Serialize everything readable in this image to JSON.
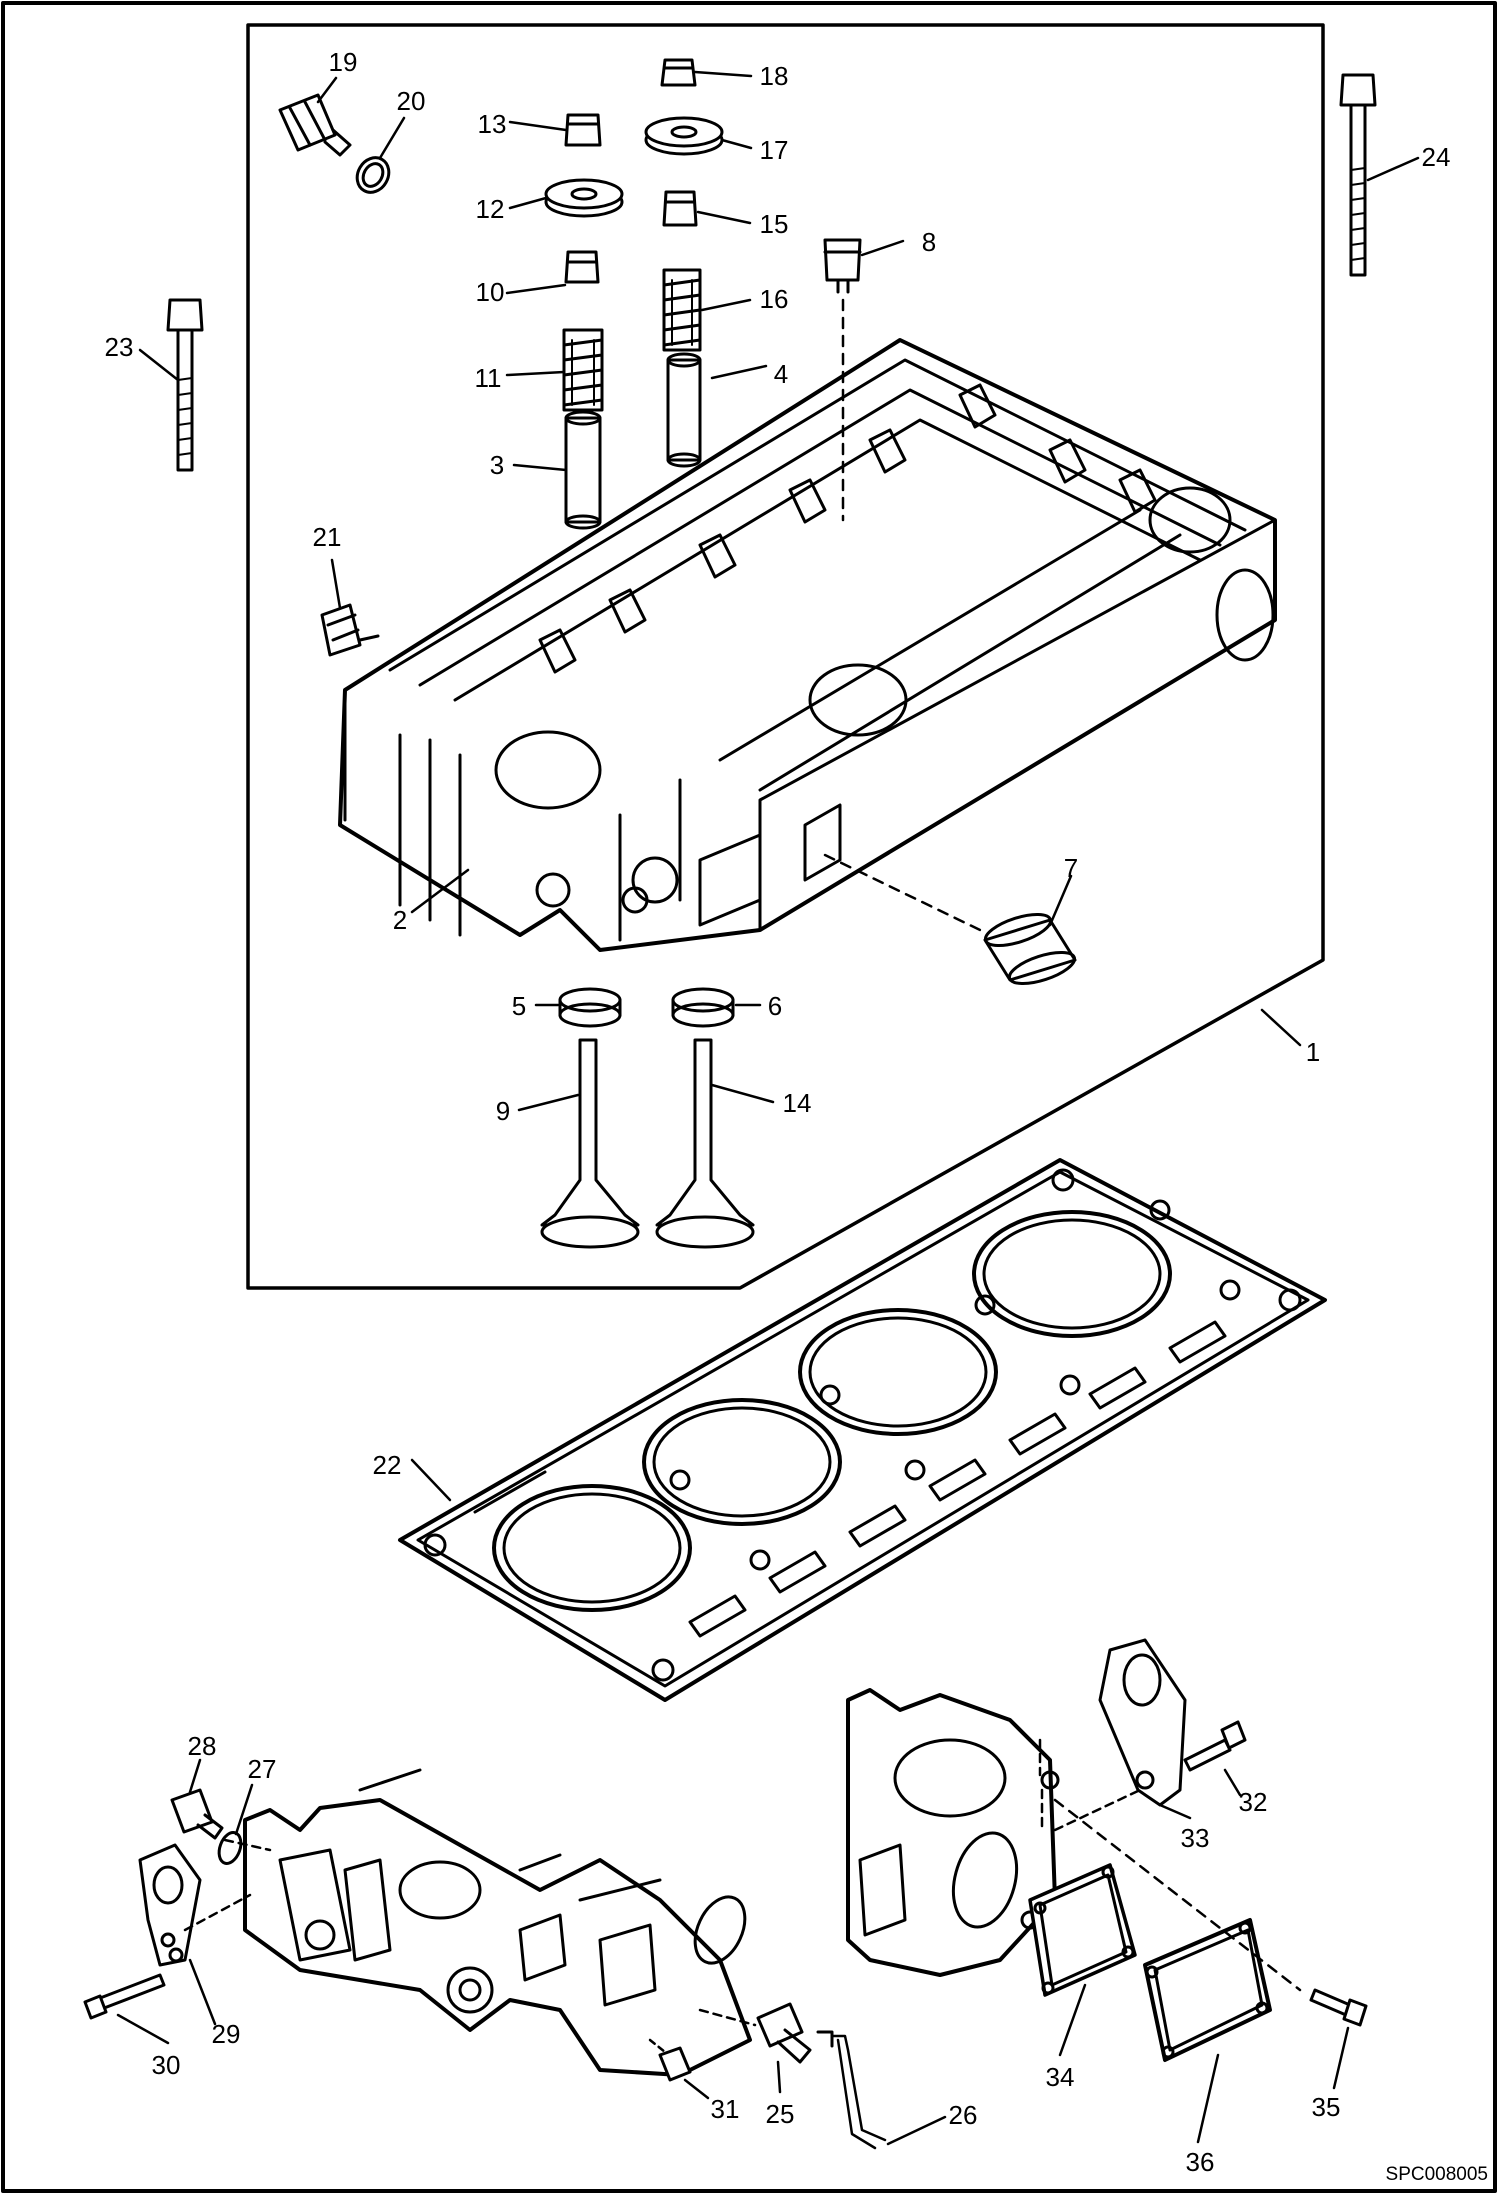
{
  "figure": {
    "doc_id": "SPC008005",
    "callouts": {
      "c1": "1",
      "c2": "2",
      "c3": "3",
      "c4": "4",
      "c5": "5",
      "c6": "6",
      "c7": "7",
      "c8": "8",
      "c9": "9",
      "c10": "10",
      "c11": "11",
      "c12": "12",
      "c13": "13",
      "c14": "14",
      "c15": "15",
      "c16": "16",
      "c17": "17",
      "c18": "18",
      "c19": "19",
      "c20": "20",
      "c21": "21",
      "c22": "22",
      "c23": "23",
      "c24": "24",
      "c25": "25",
      "c26": "26",
      "c27": "27",
      "c28": "28",
      "c29": "29",
      "c30": "30",
      "c31": "31",
      "c32": "32",
      "c33": "33",
      "c34": "34",
      "c35": "35",
      "c36": "36"
    }
  }
}
